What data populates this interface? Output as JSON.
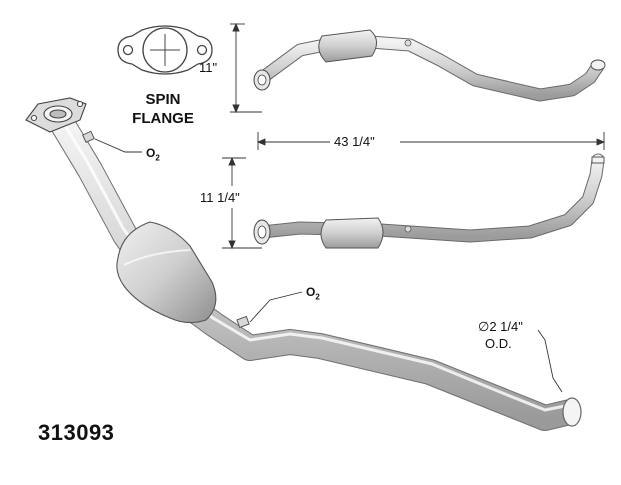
{
  "part_number": "313093",
  "flange_label_line1": "SPIN",
  "flange_label_line2": "FLANGE",
  "dimensions": {
    "top_height": "11\"",
    "overall_length": "43 1/4\"",
    "side_height": "11 1/4\"",
    "diameter_symbol": "∅",
    "diameter_value": "2 1/4\"",
    "diameter_note": "O.D."
  },
  "sensor_label": "O",
  "sensor_subscript": "2",
  "colors": {
    "pipe_light": "#ececec",
    "pipe_mid": "#c8c8c8",
    "pipe_dark": "#8c8c8c",
    "outline": "#555555",
    "text": "#111111"
  }
}
